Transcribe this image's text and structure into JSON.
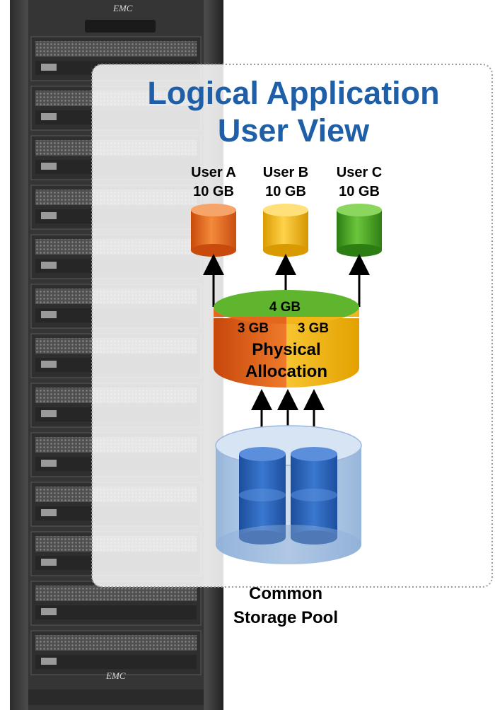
{
  "rack": {
    "brand_top": "EMC",
    "brand_bottom": "EMC"
  },
  "panel": {
    "title_line1": "Logical Application",
    "title_line2": "User View"
  },
  "users": [
    {
      "name": "User A",
      "capacity": "10 GB",
      "color": "#e8621a"
    },
    {
      "name": "User B",
      "capacity": "10 GB",
      "color": "#f2b80c"
    },
    {
      "name": "User C",
      "capacity": "10 GB",
      "color": "#3f9c22"
    }
  ],
  "physical_allocation": {
    "top_segment": "4 GB",
    "left_segment": "3 GB",
    "right_segment": "3 GB",
    "label_line1": "Physical",
    "label_line2": "Allocation",
    "colors": {
      "green": "#5fb52e",
      "orange": "#e4671d",
      "yellow": "#f3b61a"
    }
  },
  "pool": {
    "label_line1": "Common",
    "label_line2": "Storage Pool",
    "color": "#2a63b8"
  }
}
